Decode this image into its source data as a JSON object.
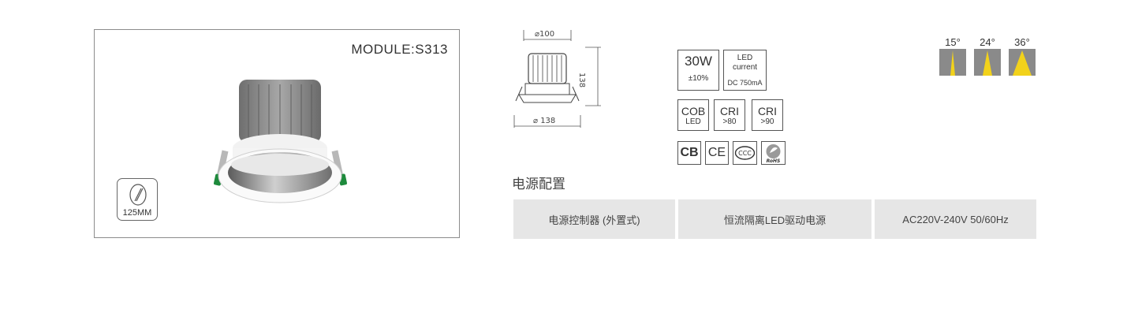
{
  "product": {
    "module_label": "MODULE:S313",
    "cutout": "125MM"
  },
  "drawing": {
    "top_dim": "⌀100",
    "height_dim": "138",
    "bottom_dim": "⌀ 138"
  },
  "specs": {
    "power": "30W",
    "power_tolerance": "±10%",
    "led_current_title_1": "LED",
    "led_current_title_2": "current",
    "led_current_value": "DC 750mA",
    "cob_1": "COB",
    "cob_2": "LED",
    "cri1_title": "CRI",
    "cri1_value": ">80",
    "cri2_title": "CRI",
    "cri2_value": ">90"
  },
  "certifications": [
    "CB",
    "CE",
    "CCC",
    "RoHS"
  ],
  "beam_angles": [
    "15°",
    "24°",
    "36°"
  ],
  "colors": {
    "beam_gray": "#8a8a8a",
    "beam_yellow": "#f2d21b",
    "cell_bg": "#e6e6e6",
    "accent_green": "#1e8a3c"
  },
  "power_config": {
    "title": "电源配置",
    "cells": [
      "电源控制器 (外置式)",
      "恒流隔离LED驱动电源",
      "AC220V-240V  50/60Hz"
    ]
  }
}
